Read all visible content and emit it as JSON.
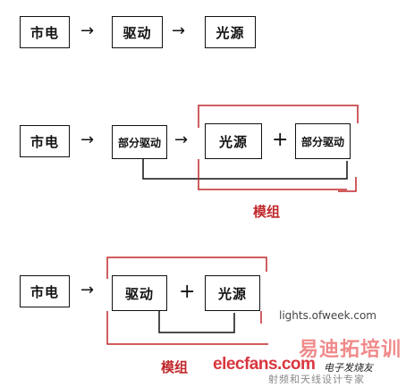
{
  "row1": {
    "box1": "市电",
    "box2": "驱动",
    "box3": "光源"
  },
  "row2": {
    "box1": "市电",
    "box2": "部分驱动",
    "box3": "光源",
    "box4": "部分驱动",
    "plus": "+",
    "group_label": "模组"
  },
  "row3": {
    "box1": "市电",
    "box2": "驱动",
    "box3": "光源",
    "plus": "+",
    "group_label": "模组"
  },
  "arrow_glyph": "→",
  "watermarks": {
    "ofweek": "lights.ofweek.com",
    "elecfans": "elecfans.com",
    "elecfans_cn": "电子发烧友",
    "training": "易迪拓培训",
    "training_sub": "射频和天线设计专家"
  },
  "colors": {
    "bracket": "#c0282c",
    "line": "#111111"
  }
}
